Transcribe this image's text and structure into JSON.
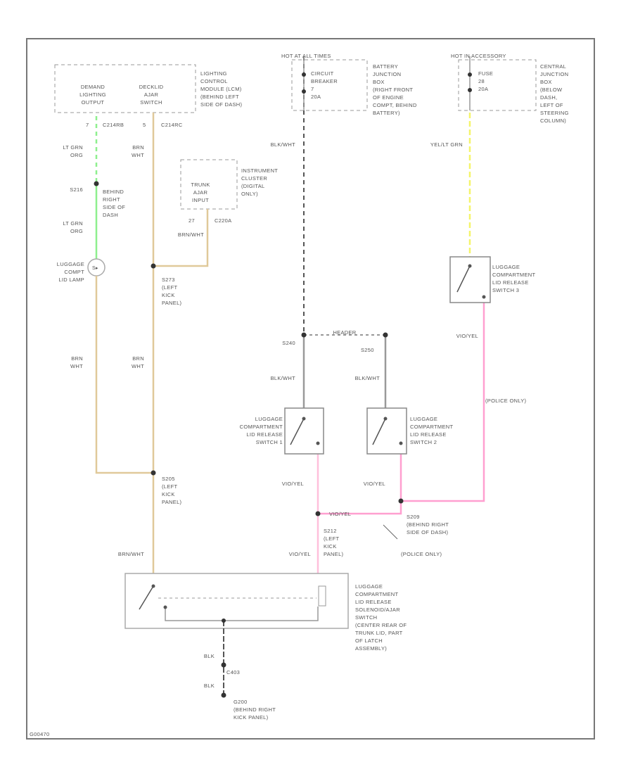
{
  "colors": {
    "lt_grn_org": "#8ef08e",
    "brn_wht": "#e0c99a",
    "yel_lt_grn": "#f5f56a",
    "vio_yel": "#ff9fd0",
    "blk_wht": "#777777",
    "frame": "#777777"
  },
  "figure_id": "G00470",
  "lcm": {
    "output_label": [
      "DEMAND",
      "LIGHTING",
      "OUTPUT"
    ],
    "switch_label": [
      "DECKLID",
      "AJAR",
      "SWITCH"
    ],
    "description": [
      "LIGHTING",
      "CONTROL",
      "MODULE (LCM)",
      "(BEHIND LEFT",
      "SIDE OF DASH)"
    ],
    "pin_a": "7",
    "conn_a": "C214RB",
    "pin_b": "5",
    "conn_b": "C214RC"
  },
  "wires": {
    "lt_grn_org_1": [
      "LT GRN",
      "ORG"
    ],
    "brn_wht_1": [
      "BRN",
      "WHT"
    ],
    "lt_grn_org_2": [
      "LT GRN",
      "ORG"
    ],
    "brn_wht_2": [
      "BRN",
      "WHT"
    ],
    "brn_wht_3": [
      "BRN",
      "WHT"
    ],
    "brn_wht_trunk": "BRN/WHT",
    "brn_wht_bottom": "BRN/WHT",
    "blk_wht_main": "BLK/WHT",
    "blk_wht_1": "BLK/WHT",
    "blk_wht_2": "BLK/WHT",
    "yel_lt_grn": "YEL/LT GRN",
    "vio_yel_sw3": "VIO/YEL",
    "vio_yel_sw1": "VIO/YEL",
    "vio_yel_sw2": "VIO/YEL",
    "vio_yel_splice": "VIO/YEL",
    "vio_yel_solenoid": "VIO/YEL",
    "blk_1": "BLK",
    "blk_2": "BLK"
  },
  "splices": {
    "s216": "S216",
    "s216_loc": [
      "BEHIND",
      "RIGHT",
      "SIDE OF",
      "DASH"
    ],
    "s273": [
      "S273",
      "(LEFT",
      "KICK",
      "PANEL)"
    ],
    "s205": [
      "S205",
      "(LEFT",
      "KICK",
      "PANEL)"
    ],
    "s240": "S240",
    "s250": "S250",
    "s212": [
      "S212",
      "(LEFT",
      "KICK",
      "PANEL)"
    ],
    "s209": [
      "S209",
      "(BEHIND RIGHT",
      "SIDE OF DASH)"
    ],
    "s209_note": "(POLICE ONLY)"
  },
  "cluster": {
    "box_label": [
      "TRUNK",
      "AJAR",
      "INPUT"
    ],
    "description": [
      "INSTRUMENT",
      "CLUSTER",
      "(DIGITAL",
      "ONLY)"
    ],
    "pin": "27",
    "connector": "C220A"
  },
  "lamp": {
    "label": [
      "LUGGAGE",
      "COMPT",
      "LID LAMP"
    ]
  },
  "power_bjb": {
    "title": "HOT AT ALL TIMES",
    "device": [
      "CIRCUIT",
      "BREAKER",
      "7",
      "20A"
    ],
    "description": [
      "BATTERY",
      "JUNCTION",
      "BOX",
      "(RIGHT FRONT",
      "OF ENGINE",
      "COMPT, BEHIND",
      "BATTERY)"
    ]
  },
  "power_cjb": {
    "title": "HOT IN ACCESSORY",
    "device": [
      "FUSE",
      "28",
      "20A"
    ],
    "description": [
      "CENTRAL",
      "JUNCTION",
      "BOX",
      "(BELOW",
      "DASH,",
      "LEFT OF",
      "STEERING",
      "COLUMN)"
    ]
  },
  "header_label": "HEADER",
  "police_only": "(POLICE ONLY)",
  "switch1": [
    "LUGGAGE",
    "COMPARTMENT",
    "LID RELEASE",
    "SWITCH 1"
  ],
  "switch2": [
    "LUGGAGE",
    "COMPARTMENT",
    "LID RELEASE",
    "SWITCH 2"
  ],
  "switch3": [
    "LUGGAGE",
    "COMPARTMENT",
    "LID RELEASE",
    "SWITCH 3"
  ],
  "solenoid": [
    "LUGGAGE",
    "COMPARTMENT",
    "LID RELEASE",
    "SOLENOID/AJAR",
    "SWITCH",
    "(CENTER REAR OF",
    "TRUNK LID, PART",
    "OF LATCH",
    "ASSEMBLY)"
  ],
  "ground": {
    "connector": "C403",
    "name": [
      "G200",
      "(BEHIND RIGHT",
      "KICK PANEL)"
    ]
  }
}
